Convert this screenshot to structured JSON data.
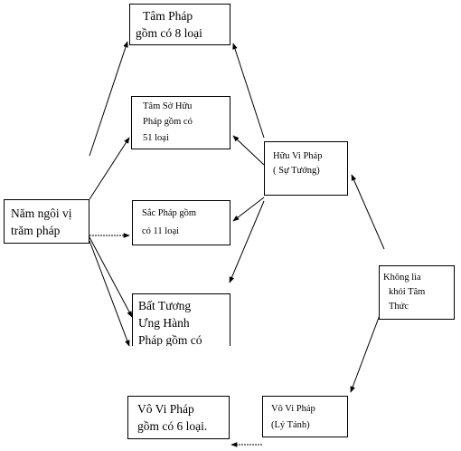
{
  "nodes": {
    "tam_phap": [
      "Tâm Pháp",
      "gồm có 8 loại"
    ],
    "tam_so_huu": [
      "Tâm Sở Hữu",
      "Pháp gồm có",
      "51 loại"
    ],
    "sac_phap": [
      "Sắc Pháp gồm",
      "có 11 loại"
    ],
    "bat_tuong_ung": [
      "Bất Tương",
      "Ưng Hành",
      "Pháp gồm có"
    ],
    "vo_vi_phap": [
      "Vô Vi Pháp",
      "gồm có 6 loại."
    ],
    "nam_ngoi_vi": [
      "Năm ngôi vị",
      "trăm pháp"
    ],
    "huu_vi_phap": [
      "Hữu Vi Pháp",
      "( Sự Tướng)"
    ],
    "vo_vi_ly_tanh": [
      "Vô Vi Pháp",
      "(Lý Tánh)"
    ],
    "khong_lia": [
      "Không lìa",
      "khỏi Tâm",
      "Thức"
    ]
  }
}
